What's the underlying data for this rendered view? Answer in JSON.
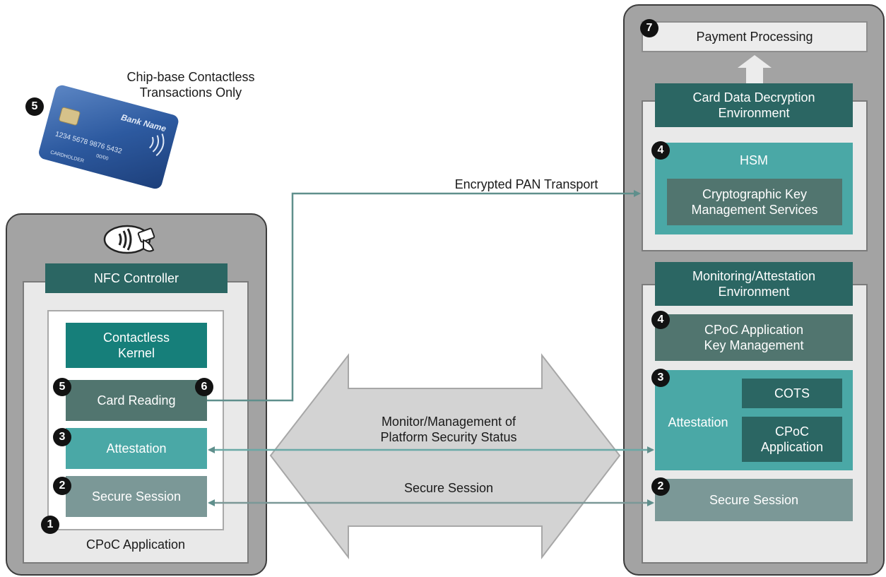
{
  "card": {
    "caption_line1": "Chip-base Contactless",
    "caption_line2": "Transactions Only",
    "bank_name": "Bank Name",
    "card_number": "1234 5678 9876 5432",
    "valid_thru": "00/00",
    "holder": "CARDHOLDER",
    "badge": "5"
  },
  "left_device": {
    "nfc_controller": "NFC Controller",
    "contactless_kernel_line1": "Contactless",
    "contactless_kernel_line2": "Kernel",
    "card_reading": "Card Reading",
    "attestation": "Attestation",
    "secure_session": "Secure Session",
    "app_label": "CPoC Application",
    "badges": {
      "card_reading_left": "5",
      "card_reading_right": "6",
      "attestation": "3",
      "secure_session": "2",
      "application": "1"
    }
  },
  "middle": {
    "encrypted_transport": "Encrypted PAN Transport",
    "monitor_line1": "Monitor/Management of",
    "monitor_line2": "Platform Security Status",
    "secure_session": "Secure Session"
  },
  "right_device": {
    "payment_processing": "Payment Processing",
    "payment_badge": "7",
    "decryption_env_line1": "Card Data Decryption",
    "decryption_env_line2": "Environment",
    "hsm": "HSM",
    "hsm_badge": "4",
    "crypto_line1": "Cryptographic Key",
    "crypto_line2": "Management Services",
    "monitoring_env_line1": "Monitoring/Attestation",
    "monitoring_env_line2": "Environment",
    "key_mgmt_line1": "CPoC Application",
    "key_mgmt_line2": "Key Management",
    "key_mgmt_badge": "4",
    "attestation": "Attestation",
    "attestation_badge": "3",
    "cots": "COTS",
    "cpoc_app_line1": "CPoC",
    "cpoc_app_line2": "Application",
    "secure_session": "Secure Session",
    "secure_session_badge": "2"
  },
  "colors": {
    "dark_teal": "#2b6663",
    "teal": "#167f7a",
    "light_teal": "#4aa8a6",
    "connector": "#5f8f8c",
    "device_grey": "#a3a3a3"
  }
}
